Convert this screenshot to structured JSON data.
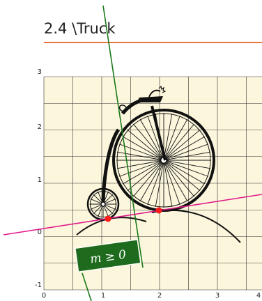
{
  "heading": {
    "title": "2.4 \\Truck"
  },
  "axes": {
    "x_ticks": [
      "0",
      "1",
      "2",
      "3",
      "4"
    ],
    "y_ticks": [
      "3",
      "2",
      "1",
      "0",
      "-1"
    ]
  },
  "annotation": {
    "label": "m ≥ 0"
  },
  "colors": {
    "grid_fill": "#fcf6dc",
    "grid_line": "#333333",
    "steep_line": "#1a7a1a",
    "tangent_line": "#e0198a",
    "contact_point": "#ff1a1a",
    "label_box": "#1e6b1e",
    "title_rule": "#e8743b"
  }
}
